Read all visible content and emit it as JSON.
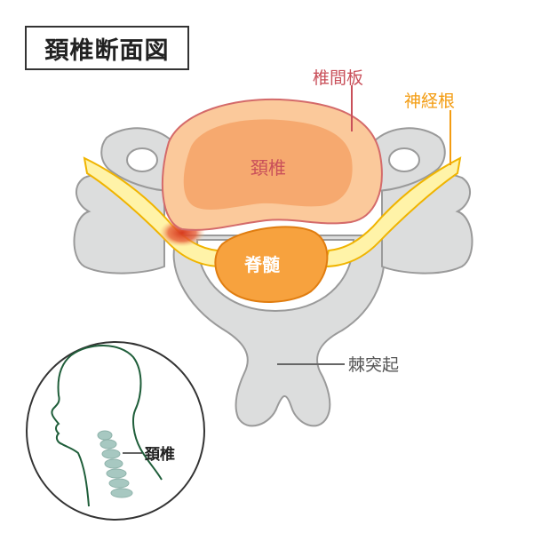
{
  "title": "頚椎断面図",
  "labels": {
    "disc": "椎間板",
    "nerve_root": "神経根",
    "vertebra": "頚椎",
    "spinal_cord": "脊髄",
    "spinous_process": "棘突起",
    "inset_vertebra": "頚椎"
  },
  "colors": {
    "bone_fill": "#dcdddd",
    "bone_stroke": "#9a9a9a",
    "disc_fill": "#fbc99b",
    "body_fill": "#f6a96f",
    "disc_stroke": "#d46a6a",
    "nerve_fill": "#fff3a8",
    "nerve_stroke": "#f0b400",
    "cord_fill": "#f7a23e",
    "cord_stroke": "#e07d10",
    "compression": "#d63a1e",
    "label_disc": "#c9505a",
    "label_nerve": "#f39c12",
    "label_dark": "#555555",
    "inset_outline": "#1f5e3a",
    "inset_spine": "#a7c8c1"
  }
}
